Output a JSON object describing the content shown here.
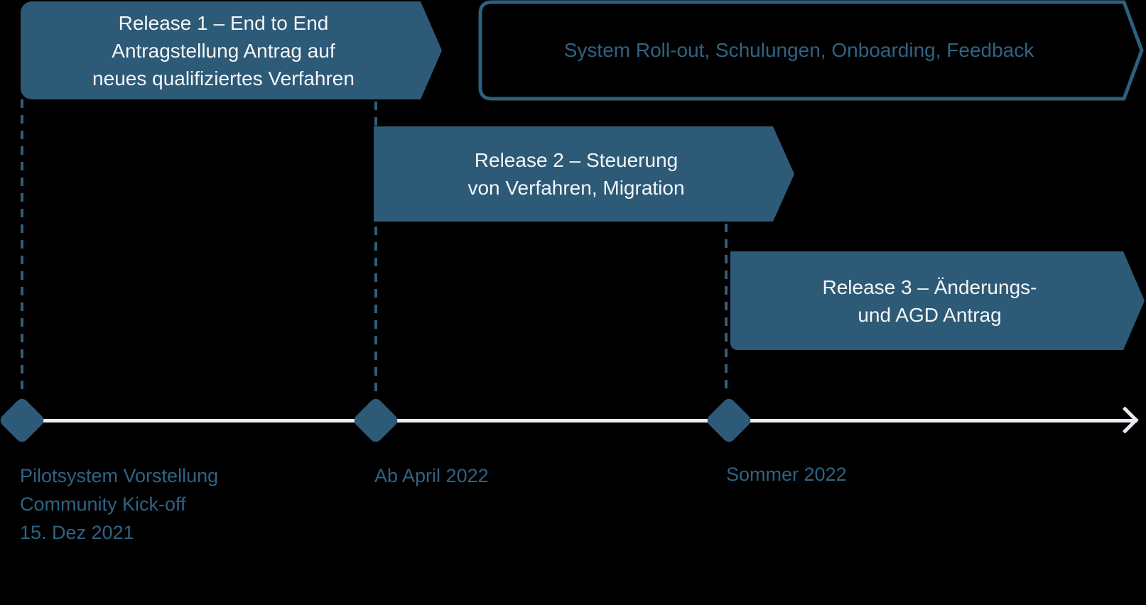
{
  "colors": {
    "background": "#000000",
    "banner_fill": "#2d5a77",
    "banner_text": "#f4f6f7",
    "accent_text": "#2f6384",
    "timeline_line": "#e8eaf1"
  },
  "banners": {
    "release1": {
      "lines": [
        "Release 1 – End to End",
        "Antragstellung Antrag auf",
        "neues qualifiziertes Verfahren"
      ]
    },
    "rollout": {
      "label": "System Roll-out, Schulungen, Onboarding, Feedback"
    },
    "release2": {
      "lines": [
        "Release 2 – Steuerung",
        "von Verfahren, Migration"
      ]
    },
    "release3": {
      "lines": [
        "Release 3 – Änderungs-",
        "und AGD Antrag"
      ]
    }
  },
  "timeline": {
    "milestones": [
      {
        "lines": [
          "Pilotsystem Vorstellung",
          "Community Kick-off",
          "15. Dez 2021"
        ]
      },
      {
        "lines": [
          "Ab April 2022"
        ]
      },
      {
        "lines": [
          "Sommer 2022"
        ]
      }
    ]
  }
}
